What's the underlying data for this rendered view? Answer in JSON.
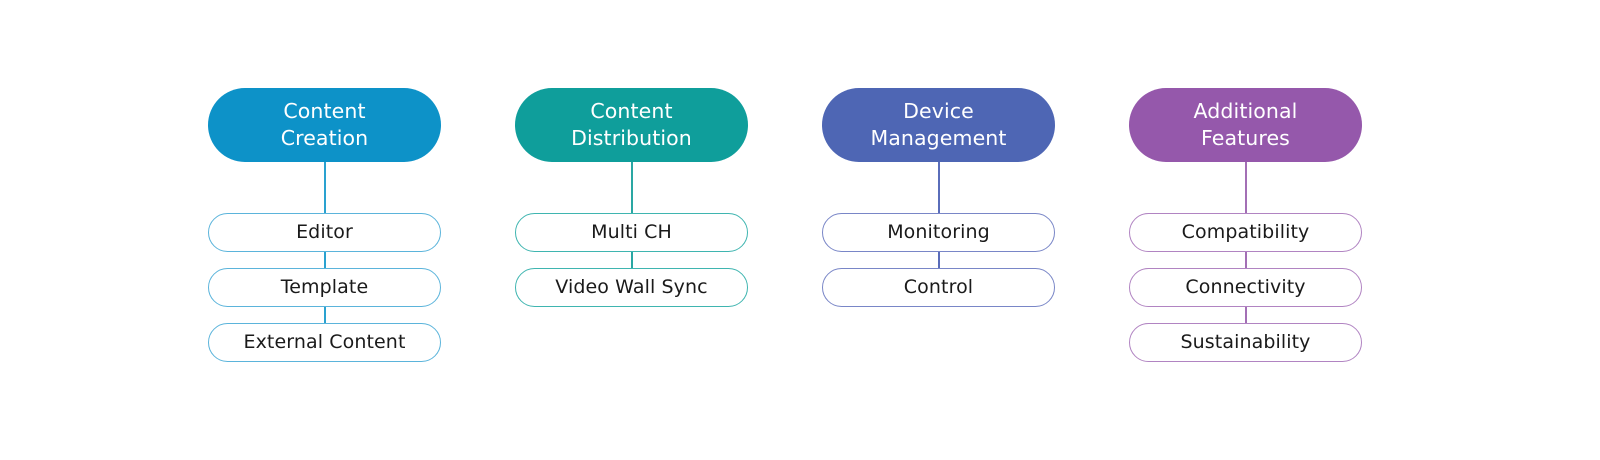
{
  "diagram": {
    "type": "hierarchy-columns",
    "background_color": "#ffffff",
    "columns": [
      {
        "id": "content-creation",
        "header_label_line1": "Content",
        "header_label_line2": "Creation",
        "header_color": "#0d92c8",
        "border_color": "#5bb4db",
        "connector_color": "#2aa2d0",
        "children": [
          {
            "label": "Editor"
          },
          {
            "label": "Template"
          },
          {
            "label": "External Content"
          }
        ]
      },
      {
        "id": "content-distribution",
        "header_label_line1": "Content",
        "header_label_line2": "Distribution",
        "header_color": "#0f9e9b",
        "border_color": "#3fb5b0",
        "connector_color": "#2aa7a3",
        "children": [
          {
            "label": "Multi CH"
          },
          {
            "label": "Video Wall Sync"
          }
        ]
      },
      {
        "id": "device-management",
        "header_label_line1": "Device",
        "header_label_line2": "Management",
        "header_color": "#4e66b4",
        "border_color": "#7986c7",
        "connector_color": "#5a6dba",
        "children": [
          {
            "label": "Monitoring"
          },
          {
            "label": "Control"
          }
        ]
      },
      {
        "id": "additional-features",
        "header_label_line1": "Additional",
        "header_label_line2": "Features",
        "header_color": "#9558ab",
        "border_color": "#b184c2",
        "connector_color": "#a36fb5",
        "children": [
          {
            "label": "Compatibility"
          },
          {
            "label": "Connectivity"
          },
          {
            "label": "Sustainability"
          }
        ]
      }
    ]
  }
}
